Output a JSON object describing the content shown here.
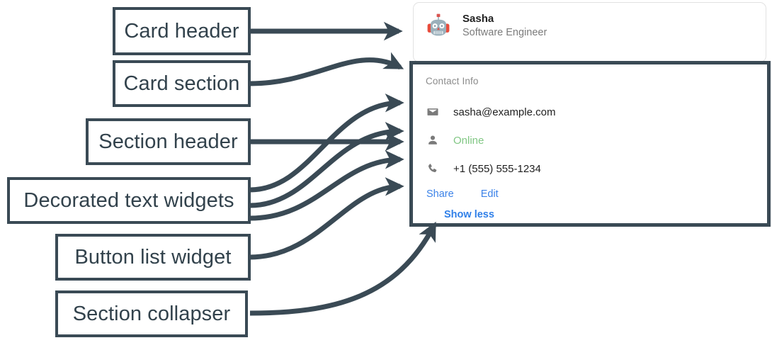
{
  "diagram": {
    "callouts": [
      {
        "id": "card-header",
        "label": "Card header"
      },
      {
        "id": "card-section",
        "label": "Card section"
      },
      {
        "id": "section-header",
        "label": "Section header"
      },
      {
        "id": "decorated-text",
        "label": "Decorated text widgets"
      },
      {
        "id": "button-list",
        "label": "Button list widget"
      },
      {
        "id": "section-collapser",
        "label": "Section collapser"
      }
    ],
    "colors": {
      "annotation": "#3a4a55",
      "annotation_text": "#32424c",
      "card_border": "#e2e2e2",
      "link_blue": "#3b82e8",
      "status_green": "#81c784",
      "muted_gray": "#7a7a7a"
    }
  },
  "card": {
    "header": {
      "avatar_icon": "robot-avatar-icon",
      "title": "Sasha",
      "subtitle": "Software Engineer"
    },
    "section": {
      "header": "Contact Info",
      "rows": [
        {
          "icon": "email-icon",
          "text": "sasha@example.com",
          "style": "default"
        },
        {
          "icon": "person-icon",
          "text": "Online",
          "style": "green"
        },
        {
          "icon": "phone-icon",
          "text": "+1 (555) 555-1234",
          "style": "default"
        }
      ],
      "buttons": [
        {
          "label": "Share"
        },
        {
          "label": "Edit"
        }
      ],
      "collapser": {
        "label": "Show less"
      }
    }
  }
}
